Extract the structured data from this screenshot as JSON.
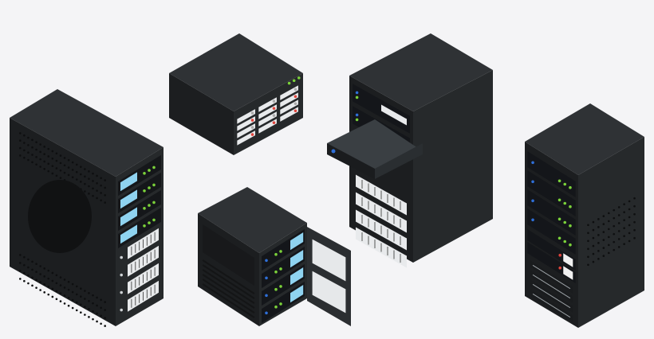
{
  "colors": {
    "background": "#f4f4f6",
    "top": "#2f3235",
    "side_dark": "#1c1e20",
    "side_mid": "#26292b",
    "screen": "#8fd3f0",
    "grille": "#e8eaec",
    "led_green": "#7bd23a",
    "led_blue": "#2f6fd8",
    "led_red": "#e0443c",
    "tray": "#3a3f43"
  },
  "servers": [
    {
      "name": "tower-server-with-fan"
    },
    {
      "name": "blade-chassis"
    },
    {
      "name": "rack-server-with-open-tray"
    },
    {
      "name": "cabinet-server-open-door"
    },
    {
      "name": "rack-cabinet"
    }
  ]
}
